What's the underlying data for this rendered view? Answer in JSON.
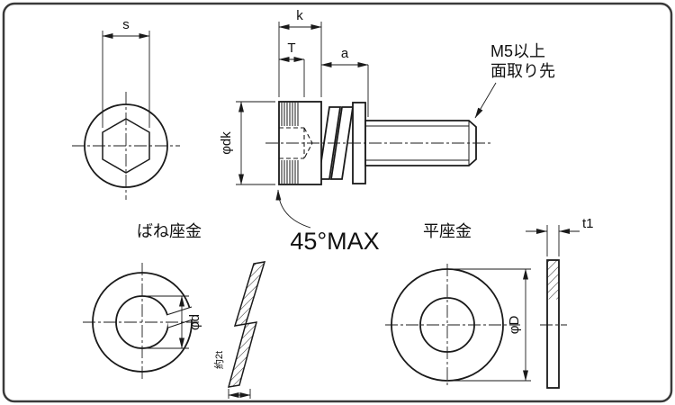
{
  "colors": {
    "ink": "#1a1a1a",
    "border": "#3a3a3a",
    "background": "#ffffff"
  },
  "head_top_view": {
    "dim_s": "s"
  },
  "screw_side_view": {
    "dim_k": "k",
    "dim_t": "T",
    "dim_a": "a",
    "dim_dk": "φdk",
    "tip_note_line1": "M5以上",
    "tip_note_line2": "面取り先",
    "chamfer_note": "45°MAX"
  },
  "spring_washer": {
    "title": "ばね座金",
    "dim_d": "φd",
    "dim_height": "約2t"
  },
  "flat_washer": {
    "title": "平座金",
    "dim_D": "φD",
    "dim_thickness": "t1"
  }
}
